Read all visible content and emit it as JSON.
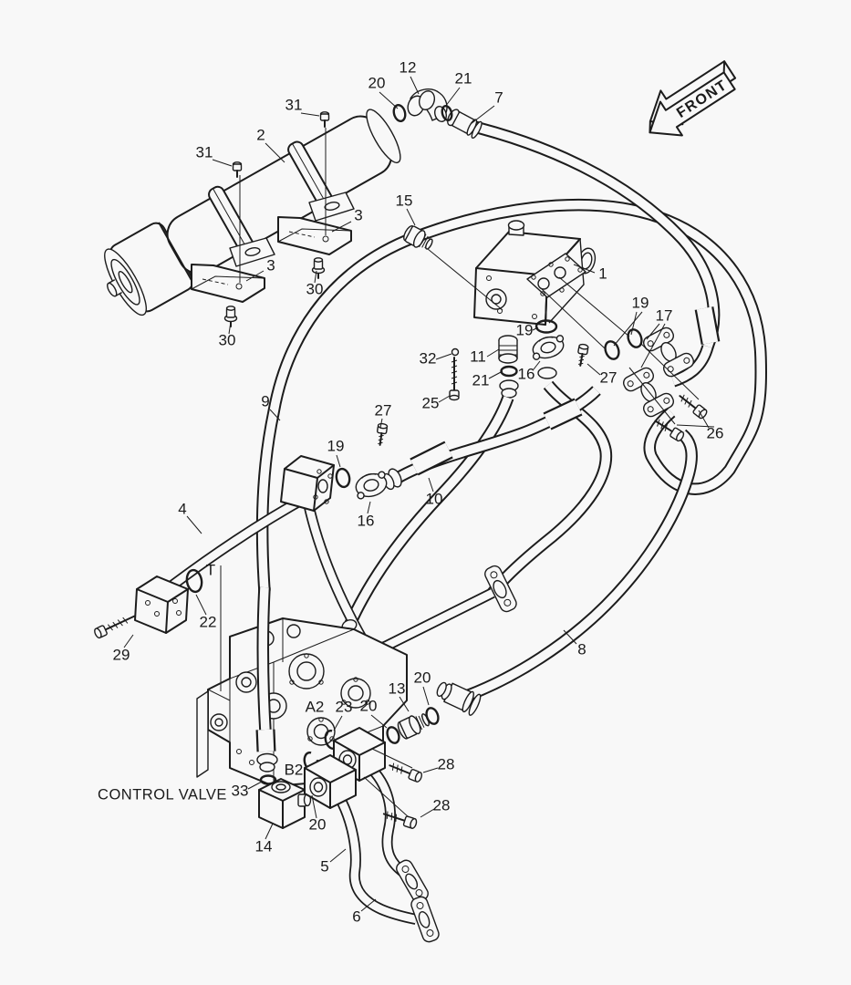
{
  "diagram": {
    "background_color": "#f8f8f8",
    "line_color": "#1c1c1c",
    "front_marker": "FRONT",
    "control_valve_label": "CONTROL VALVE",
    "port_labels": {
      "t": "T",
      "a2": "A2",
      "b2": "B2"
    },
    "part_labels": [
      {
        "text": "12"
      },
      {
        "text": "20"
      },
      {
        "text": "21"
      },
      {
        "text": "7"
      },
      {
        "text": "31"
      },
      {
        "text": "2"
      },
      {
        "text": "31"
      },
      {
        "text": "3"
      },
      {
        "text": "3"
      },
      {
        "text": "30"
      },
      {
        "text": "30"
      },
      {
        "text": "15"
      },
      {
        "text": "1"
      },
      {
        "text": "19"
      },
      {
        "text": "19"
      },
      {
        "text": "17"
      },
      {
        "text": "32"
      },
      {
        "text": "11"
      },
      {
        "text": "21"
      },
      {
        "text": "16"
      },
      {
        "text": "27"
      },
      {
        "text": "25"
      },
      {
        "text": "26"
      },
      {
        "text": "9"
      },
      {
        "text": "27"
      },
      {
        "text": "19"
      },
      {
        "text": "16"
      },
      {
        "text": "10"
      },
      {
        "text": "4"
      },
      {
        "text": "22"
      },
      {
        "text": "29"
      },
      {
        "text": "8"
      },
      {
        "text": "13"
      },
      {
        "text": "20"
      },
      {
        "text": "23"
      },
      {
        "text": "20"
      },
      {
        "text": "33"
      },
      {
        "text": "20"
      },
      {
        "text": "14"
      },
      {
        "text": "28"
      },
      {
        "text": "28"
      },
      {
        "text": "5"
      },
      {
        "text": "6"
      }
    ]
  }
}
